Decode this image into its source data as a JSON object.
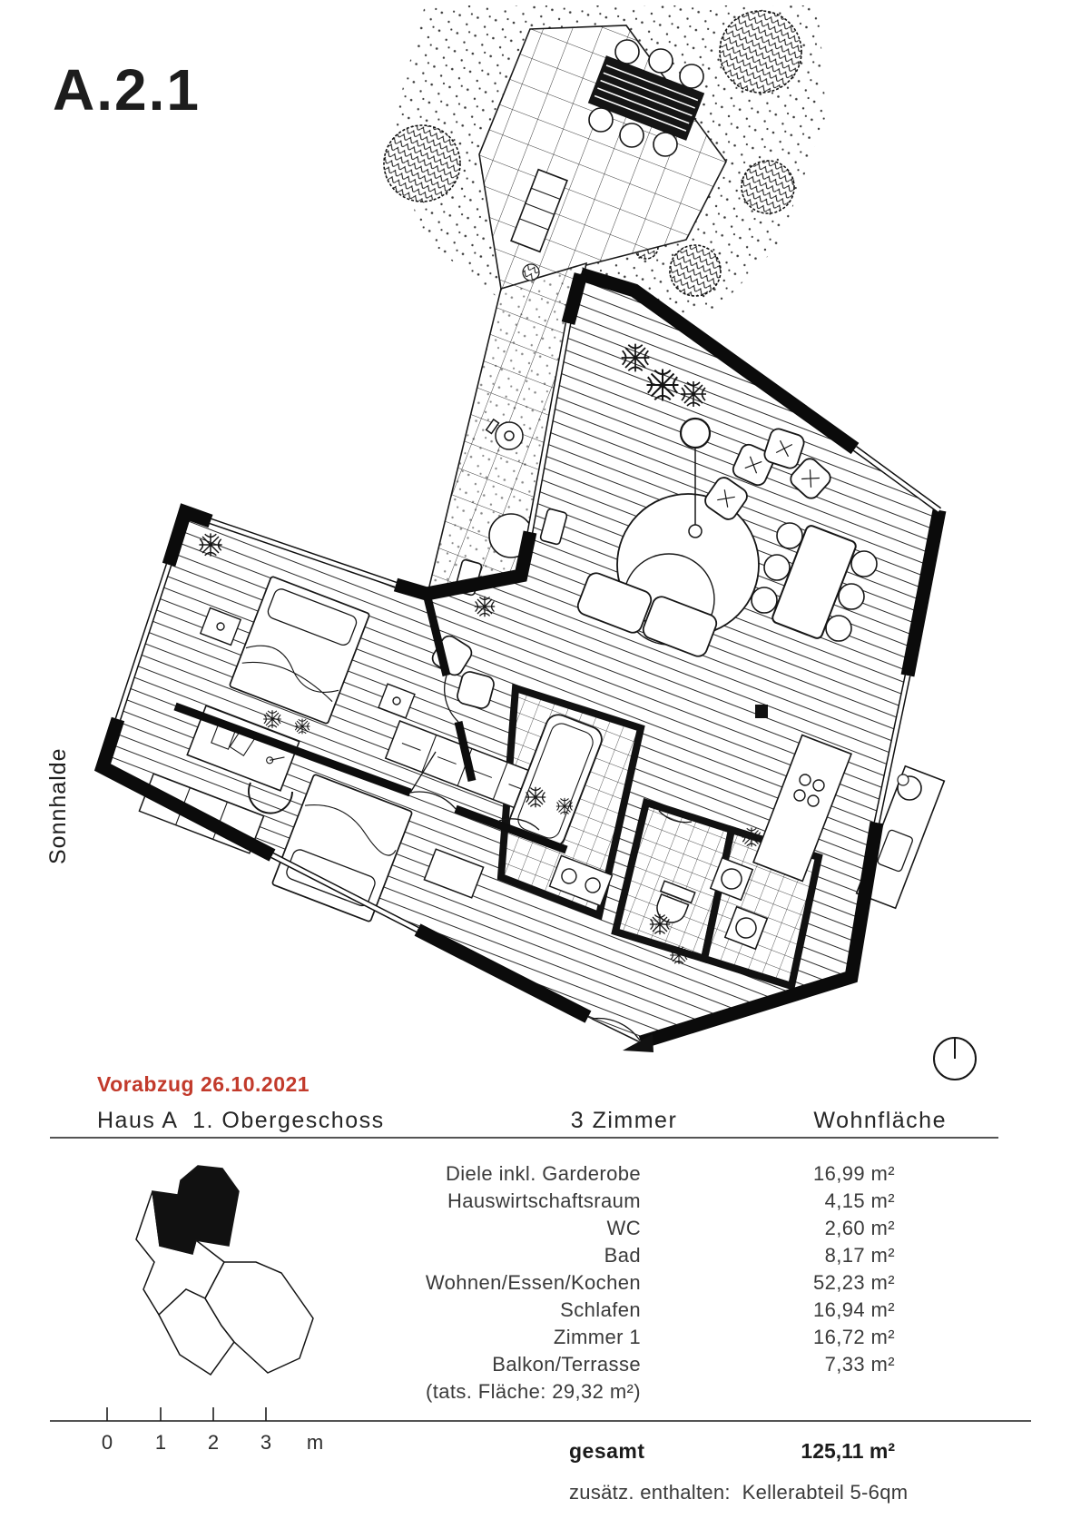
{
  "sheet": {
    "title": "A.2.1",
    "street_label": "Sonnhalde",
    "revision": {
      "label": "Vorabzug 26.10.2021",
      "color": "#c23a2b"
    },
    "header": {
      "left": "Haus A  1. Obergeschoss",
      "center": "3 Zimmer",
      "right": "Wohnfläche"
    },
    "rooms": [
      {
        "name": "Diele inkl. Garderobe",
        "area": "16,99 m²"
      },
      {
        "name": "Hauswirtschaftsraum",
        "area": "4,15 m²"
      },
      {
        "name": "WC",
        "area": "2,60 m²"
      },
      {
        "name": "Bad",
        "area": "8,17 m²"
      },
      {
        "name": "Wohnen/Essen/Kochen",
        "area": "52,23 m²"
      },
      {
        "name": "Schlafen",
        "area": "16,94 m²"
      },
      {
        "name": "Zimmer 1",
        "area": "16,72 m²"
      },
      {
        "name": "Balkon/Terrasse",
        "area": "7,33 m²"
      },
      {
        "name": "(tats. Fläche: 29,32 m²)",
        "area": ""
      }
    ],
    "total": {
      "label": "gesamt",
      "value": "125,11 m²"
    },
    "additional": "zusätz. enthalten:  Kellerabteil 5-6qm",
    "scale_bar": {
      "ticks": [
        "0",
        "1",
        "2",
        "3"
      ],
      "unit": "m"
    },
    "plan_icons": {
      "north_indicator": "compass-circle",
      "entrance_marker": "black-triangle"
    },
    "colors": {
      "ink": "#111111",
      "accent_red": "#c23a2b"
    }
  }
}
